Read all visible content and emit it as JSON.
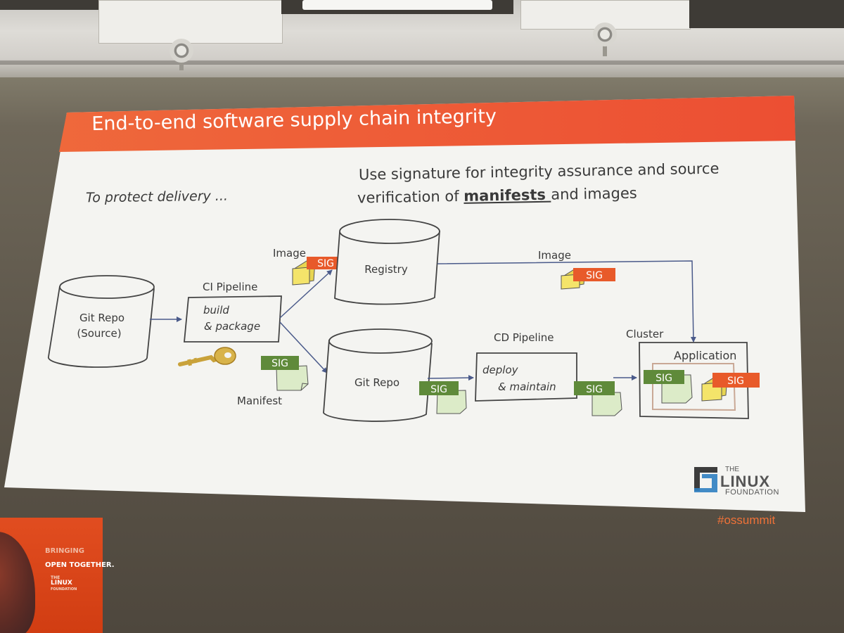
{
  "slide": {
    "title": "End-to-end software supply chain integrity",
    "subtitle_left": "To protect delivery ...",
    "assurance_line1": "Use signature for integrity assurance and source",
    "assurance_line2_pre": "verification of ",
    "assurance_line2_bold": "manifests ",
    "assurance_line2_post": "and images"
  },
  "diagram": {
    "git_repo_source_line1": "Git Repo",
    "git_repo_source_line2": "(Source)",
    "ci_pipeline_label": "CI Pipeline",
    "ci_box_line1": "build",
    "ci_box_line2": "& package",
    "image_label_left": "Image",
    "image_label_right": "Image",
    "registry_label": "Registry",
    "git_repo_label": "Git Repo",
    "manifest_label": "Manifest",
    "cd_pipeline_label": "CD Pipeline",
    "cd_box_line1": "deploy",
    "cd_box_line2": "& maintain",
    "cluster_label": "Cluster",
    "application_label": "Application",
    "sig": "SIG"
  },
  "colors": {
    "title_band": "#ec5a36",
    "sig_orange": "#e85a2a",
    "sig_green": "#5f8a3a",
    "image_yellow": "#f4e46a",
    "manifest_green": "#dcebc8",
    "arrow": "#4a5a8a"
  },
  "footer": {
    "logo_the": "THE",
    "logo_linux": "LINUX",
    "logo_foundation": "FOUNDATION",
    "hashtag": "#ossummit"
  },
  "banner": {
    "line1": "BRINGING",
    "line2": "OPEN TOGETHER.",
    "logo_the": "THE",
    "logo_linux": "LINUX",
    "logo_foundation": "FOUNDATION"
  },
  "icons": [
    "key-icon",
    "image-file-icon",
    "manifest-file-icon",
    "linux-foundation-logo-icon"
  ]
}
